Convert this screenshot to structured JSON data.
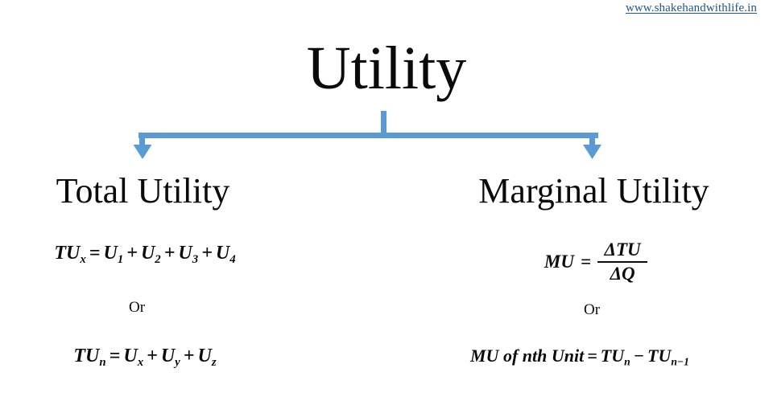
{
  "page": {
    "background": "#ffffff",
    "text_color": "#0a0a0a",
    "accent_color": "#5b9bd5",
    "link_color": "#21578f"
  },
  "watermark": {
    "url_text": "www.shakehandwithlife.in"
  },
  "diagram": {
    "root": {
      "label": "Utility"
    },
    "connector": {
      "color": "#5b9bd5",
      "type": "bracket-down-arrows",
      "branch_count": 2
    },
    "branches": [
      {
        "id": "total-utility",
        "label": "Total Utility",
        "formulas": [
          {
            "id": "tu-sum-units",
            "lhs": "TU",
            "lhs_sub": "x",
            "equals": "=",
            "terms": [
              {
                "base": "U",
                "sub": "1"
              },
              {
                "base": "U",
                "sub": "2"
              },
              {
                "base": "U",
                "sub": "3"
              },
              {
                "base": "U",
                "sub": "4"
              }
            ],
            "operator": "+",
            "plain": "TUx = U1 + U2 + U3 + U4"
          }
        ],
        "separator": "Or",
        "alt_formula": {
          "id": "tu-sum-goods",
          "lhs": "TU",
          "lhs_sub": "n",
          "equals": "=",
          "terms": [
            {
              "base": "U",
              "sub": "x"
            },
            {
              "base": "U",
              "sub": "y"
            },
            {
              "base": "U",
              "sub": "z"
            }
          ],
          "operator": "+",
          "plain": "TUn = Ux + Uy + Uz"
        }
      },
      {
        "id": "marginal-utility",
        "label": "Marginal Utility",
        "formulas": [
          {
            "id": "mu-fraction",
            "lhs": "MU",
            "equals": "=",
            "numerator": "ΔTU",
            "denominator": "ΔQ",
            "plain": "MU = ΔTU / ΔQ"
          }
        ],
        "separator": "Or",
        "alt_formula": {
          "id": "mu-nth-unit",
          "lhs_text": "MU of nth Unit",
          "equals": "=",
          "minuend": {
            "base": "TU",
            "sub": "n"
          },
          "operator": "−",
          "subtrahend": {
            "base": "TU",
            "sub": "n−1"
          },
          "plain": "MU of nth Unit = TUn − TUn−1"
        }
      }
    ]
  }
}
